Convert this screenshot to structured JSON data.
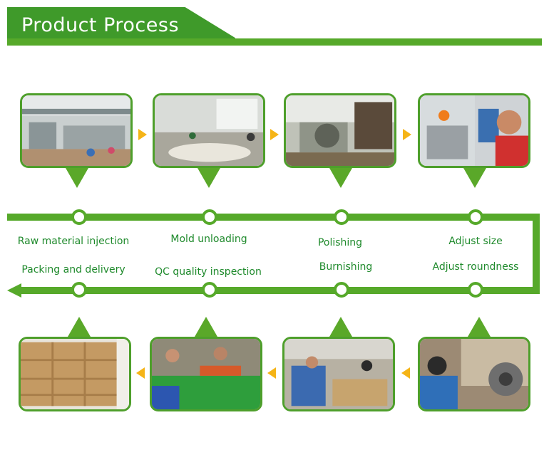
{
  "header": {
    "title": "Product Process"
  },
  "steps_top": [
    "Raw material injection",
    "Mold unloading",
    "Polishing",
    "Adjust size"
  ],
  "steps_bottom": [
    "Packing and delivery",
    "QC quality inspection",
    "Burnishing",
    "Adjust roundness"
  ],
  "colors": {
    "green": "#56a92a",
    "dark_green": "#3f9a2a",
    "label_green": "#1f8a2c",
    "arrow_orange": "#f5b417"
  }
}
